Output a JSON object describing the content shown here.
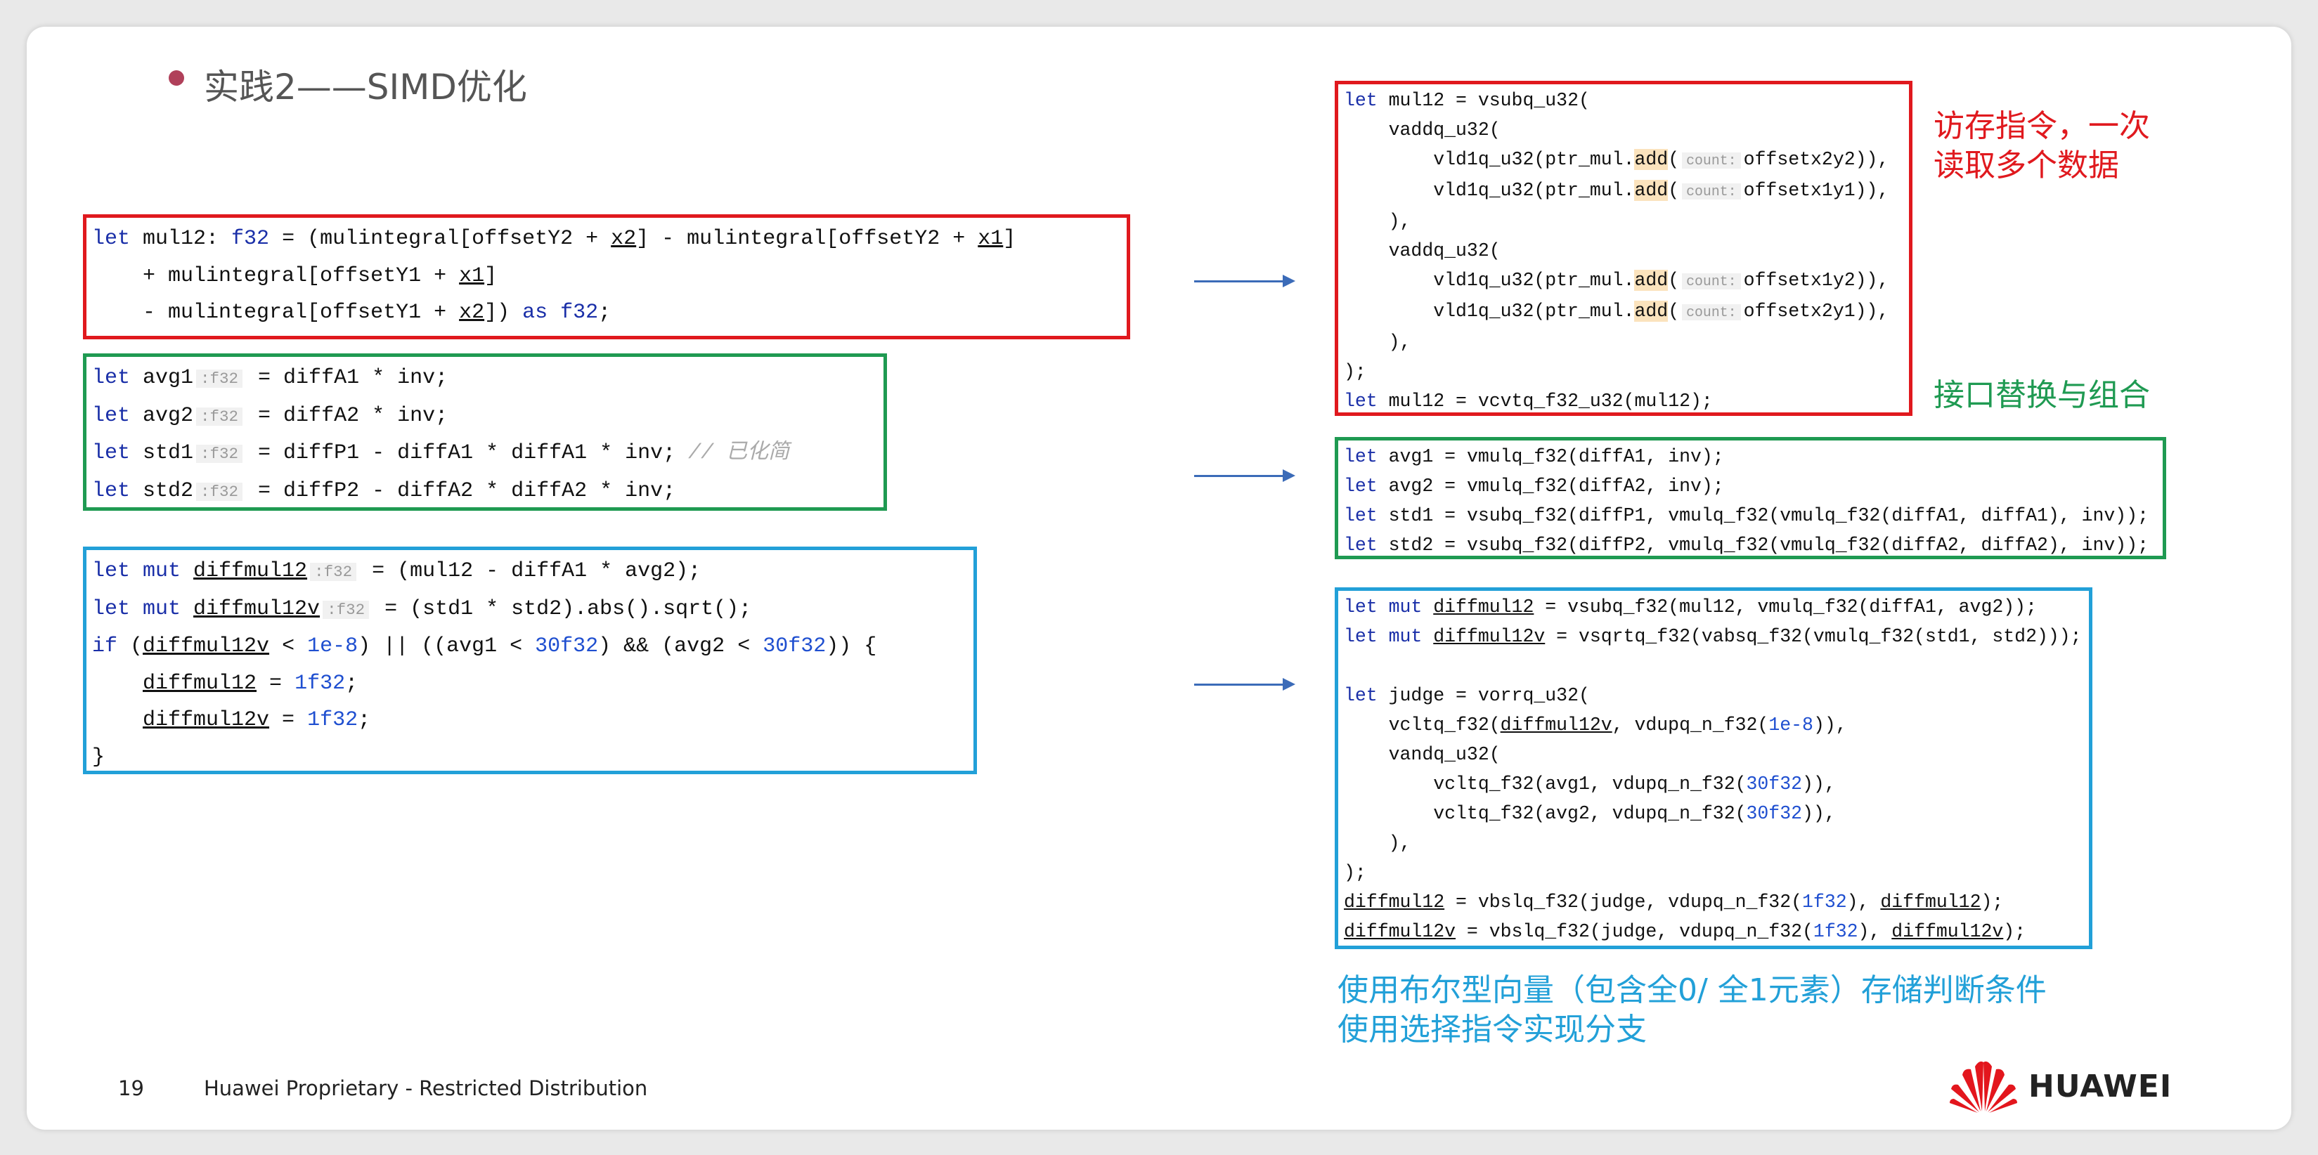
{
  "title": "实践2——SIMD优化",
  "colors": {
    "red": "#e0191e",
    "green": "#1f9a52",
    "blue": "#22a0d8"
  },
  "left_red": [
    [
      [
        "let ",
        "k"
      ],
      [
        "mul12: ",
        ""
      ],
      [
        "f32",
        "k"
      ],
      [
        " = (mulintegral[offsetY2 + ",
        ""
      ],
      [
        "x2",
        "u"
      ],
      [
        "] - mulintegral[offsetY2 + ",
        ""
      ],
      [
        "x1",
        "u"
      ],
      [
        "]",
        ""
      ]
    ],
    [
      [
        "    + mulintegral[offsetY1 + ",
        ""
      ],
      [
        "x1",
        "u"
      ],
      [
        "]",
        ""
      ]
    ],
    [
      [
        "    - mulintegral[offsetY1 + ",
        ""
      ],
      [
        "x2",
        "u"
      ],
      [
        "]) ",
        ""
      ],
      [
        "as f32",
        "k"
      ],
      [
        ";",
        ""
      ]
    ]
  ],
  "left_green": [
    [
      [
        "let ",
        "k"
      ],
      [
        "avg1",
        ""
      ],
      [
        ":f32",
        "h"
      ],
      [
        " = diffA1 * inv;",
        ""
      ]
    ],
    [
      [
        "let ",
        "k"
      ],
      [
        "avg2",
        ""
      ],
      [
        ":f32",
        "h"
      ],
      [
        " = diffA2 * inv;",
        ""
      ]
    ],
    [
      [
        "let ",
        "k"
      ],
      [
        "std1",
        ""
      ],
      [
        ":f32",
        "h"
      ],
      [
        " = diffP1 - diffA1 * diffA1 * inv; ",
        ""
      ],
      [
        "// 已化简",
        "c"
      ]
    ],
    [
      [
        "let ",
        "k"
      ],
      [
        "std2",
        ""
      ],
      [
        ":f32",
        "h"
      ],
      [
        " = diffP2 - diffA2 * diffA2 * inv;",
        ""
      ]
    ]
  ],
  "left_blue": [
    [
      [
        "let mut ",
        "k"
      ],
      [
        "diffmul12",
        "u"
      ],
      [
        ":f32",
        "h"
      ],
      [
        " = (mul12 - diffA1 * avg2);",
        ""
      ]
    ],
    [
      [
        "let mut ",
        "k"
      ],
      [
        "diffmul12v",
        "u"
      ],
      [
        ":f32",
        "h"
      ],
      [
        " = (std1 * std2).abs().sqrt();",
        ""
      ]
    ],
    [
      [
        "if ",
        "k"
      ],
      [
        "(",
        ""
      ],
      [
        "diffmul12v",
        "u"
      ],
      [
        " < ",
        ""
      ],
      [
        "1e-8",
        "n"
      ],
      [
        ") || ((avg1 < ",
        ""
      ],
      [
        "30f32",
        "n"
      ],
      [
        ") && (avg2 < ",
        ""
      ],
      [
        "30f32",
        "n"
      ],
      [
        ")) {",
        ""
      ]
    ],
    [
      [
        "    ",
        ""
      ],
      [
        "diffmul12",
        "u"
      ],
      [
        " = ",
        ""
      ],
      [
        "1f32",
        "n"
      ],
      [
        ";",
        ""
      ]
    ],
    [
      [
        "    ",
        ""
      ],
      [
        "diffmul12v",
        "u"
      ],
      [
        " = ",
        ""
      ],
      [
        "1f32",
        "n"
      ],
      [
        ";",
        ""
      ]
    ],
    [
      [
        "}",
        ""
      ]
    ]
  ],
  "right_red": [
    [
      [
        "let ",
        "k"
      ],
      [
        "mul12 = vsubq_u32(",
        ""
      ]
    ],
    [
      [
        "    vaddq_u32(",
        ""
      ]
    ],
    [
      [
        "        vld1q_u32(ptr_mul.",
        ""
      ],
      [
        "add",
        "a"
      ],
      [
        "(",
        ""
      ],
      [
        "count:",
        "h"
      ],
      [
        "offsetx2y2)),",
        ""
      ]
    ],
    [
      [
        "        vld1q_u32(ptr_mul.",
        ""
      ],
      [
        "add",
        "a"
      ],
      [
        "(",
        ""
      ],
      [
        "count:",
        "h"
      ],
      [
        "offsetx1y1)),",
        ""
      ]
    ],
    [
      [
        "    ),",
        ""
      ]
    ],
    [
      [
        "    vaddq_u32(",
        ""
      ]
    ],
    [
      [
        "        vld1q_u32(ptr_mul.",
        ""
      ],
      [
        "add",
        "a"
      ],
      [
        "(",
        ""
      ],
      [
        "count:",
        "h"
      ],
      [
        "offsetx1y2)),",
        ""
      ]
    ],
    [
      [
        "        vld1q_u32(ptr_mul.",
        ""
      ],
      [
        "add",
        "a"
      ],
      [
        "(",
        ""
      ],
      [
        "count:",
        "h"
      ],
      [
        "offsetx2y1)),",
        ""
      ]
    ],
    [
      [
        "    ),",
        ""
      ]
    ],
    [
      [
        ");",
        ""
      ]
    ],
    [
      [
        "let ",
        "k"
      ],
      [
        "mul12 = vcvtq_f32_u32(mul12);",
        ""
      ]
    ]
  ],
  "right_green": [
    [
      [
        "let ",
        "k"
      ],
      [
        "avg1 = vmulq_f32(diffA1, inv);",
        ""
      ]
    ],
    [
      [
        "let ",
        "k"
      ],
      [
        "avg2 = vmulq_f32(diffA2, inv);",
        ""
      ]
    ],
    [
      [
        "let ",
        "k"
      ],
      [
        "std1 = vsubq_f32(diffP1, vmulq_f32(vmulq_f32(diffA1, diffA1), inv));",
        ""
      ]
    ],
    [
      [
        "let ",
        "k"
      ],
      [
        "std2 = vsubq_f32(diffP2, vmulq_f32(vmulq_f32(diffA2, diffA2), inv));",
        ""
      ]
    ]
  ],
  "right_blue": [
    [
      [
        "let mut ",
        "k"
      ],
      [
        "diffmul12",
        "u"
      ],
      [
        " = vsubq_f32(mul12, vmulq_f32(diffA1, avg2));",
        ""
      ]
    ],
    [
      [
        "let mut ",
        "k"
      ],
      [
        "diffmul12v",
        "u"
      ],
      [
        " = vsqrtq_f32(vabsq_f32(vmulq_f32(std1, std2)));",
        ""
      ]
    ],
    [
      [
        " ",
        ""
      ]
    ],
    [
      [
        "let ",
        "k"
      ],
      [
        "judge = vorrq_u32(",
        ""
      ]
    ],
    [
      [
        "    vcltq_f32(",
        ""
      ],
      [
        "diffmul12v",
        "u"
      ],
      [
        ", vdupq_n_f32(",
        ""
      ],
      [
        "1e-8",
        "n"
      ],
      [
        ")),",
        ""
      ]
    ],
    [
      [
        "    vandq_u32(",
        ""
      ]
    ],
    [
      [
        "        vcltq_f32(avg1, vdupq_n_f32(",
        ""
      ],
      [
        "30f32",
        "n"
      ],
      [
        ")),",
        ""
      ]
    ],
    [
      [
        "        vcltq_f32(avg2, vdupq_n_f32(",
        ""
      ],
      [
        "30f32",
        "n"
      ],
      [
        ")),",
        ""
      ]
    ],
    [
      [
        "    ),",
        ""
      ]
    ],
    [
      [
        ");",
        ""
      ]
    ],
    [
      [
        "diffmul12",
        "u"
      ],
      [
        " = vbslq_f32(judge, vdupq_n_f32(",
        ""
      ],
      [
        "1f32",
        "n"
      ],
      [
        "), ",
        ""
      ],
      [
        "diffmul12",
        "u"
      ],
      [
        ");",
        ""
      ]
    ],
    [
      [
        "diffmul12v",
        "u"
      ],
      [
        " = vbslq_f32(judge, vdupq_n_f32(",
        ""
      ],
      [
        "1f32",
        "n"
      ],
      [
        "), ",
        ""
      ],
      [
        "diffmul12v",
        "u"
      ],
      [
        ");",
        ""
      ]
    ]
  ],
  "notes": {
    "memory": [
      "访存指令，一次",
      "读取多个数据"
    ],
    "interface": "接口替换与组合",
    "bool": [
      "使用布尔型向量（包含全0/ 全1元素）存储判断条件",
      "使用选择指令实现分支"
    ]
  },
  "footer": {
    "page": "19",
    "text": "Huawei Proprietary - Restricted Distribution",
    "logo": "HUAWEI"
  }
}
